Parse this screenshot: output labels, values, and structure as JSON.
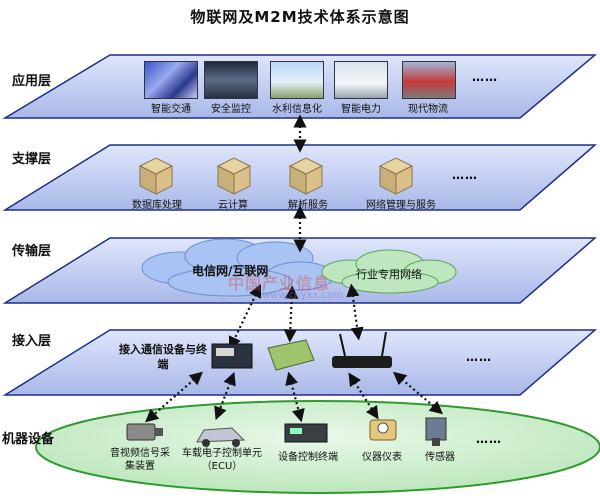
{
  "title": "物联网及M2M技术体系示意图",
  "layers": {
    "application": "应用层",
    "support": "支撑层",
    "transport": "传输层",
    "access": "接入层",
    "machine": "机器设备"
  },
  "application_items": [
    "智能交通",
    "安全监控",
    "水利信息化",
    "智能电力",
    "现代物流"
  ],
  "support_items": [
    "数据库处理",
    "云计算",
    "解析服务",
    "网络管理与服务"
  ],
  "transport_items": [
    "电信网/互联网",
    "行业专用网络"
  ],
  "access_label": "接入通信设备与终端",
  "machine_items": [
    "音视频信号采集装置",
    "车载电子控制单元（ECU）",
    "设备控制终端",
    "仪器仪表",
    "传感器"
  ],
  "ellipsis": "……",
  "watermark": {
    "cn": "中国产业信息",
    "url": "www.chyxx.com"
  },
  "colors": {
    "layer": "#b9c6ee",
    "layer_edge": "#1f2f87",
    "cloud": "#a9c4f2",
    "cloud2": "#bfe7bf",
    "ellipse": "#c9ecc9",
    "ellipse_edge": "#2e9b2e"
  }
}
